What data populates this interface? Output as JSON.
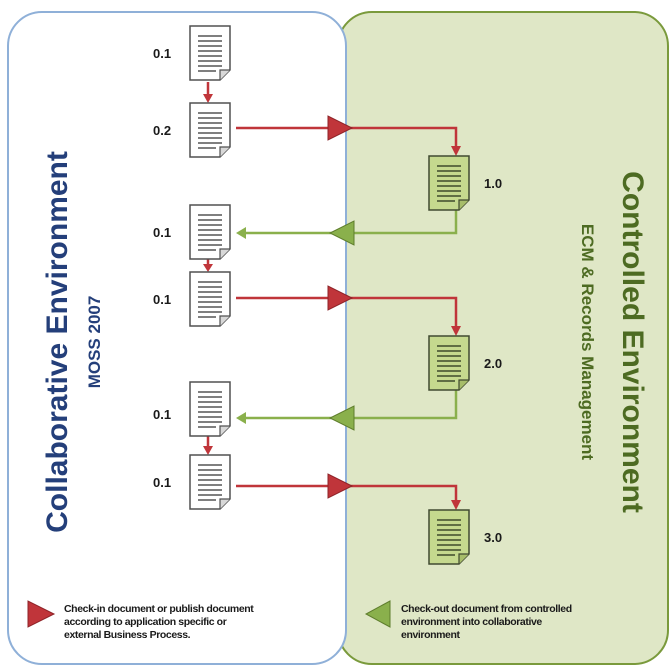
{
  "collaborative": {
    "title": "Collaborative Environment",
    "subtitle": "MOSS 2007"
  },
  "controlled": {
    "title": "Controlled Environment",
    "subtitle": "ECM & Records Management"
  },
  "versions": {
    "v01a": "0.1",
    "v02": "0.2",
    "v10": "1.0",
    "v01b": "0.1",
    "v01c": "0.1",
    "v20": "2.0",
    "v01d": "0.1",
    "v01e": "0.1",
    "v30": "3.0"
  },
  "legend": {
    "checkin": [
      "Check-in document or publish document",
      "according to application specific or",
      "external Business Process."
    ],
    "checkout": [
      "Check-out document from controlled",
      "environment into collaborative",
      "environment"
    ]
  },
  "colors": {
    "collab_border": "#8fb0d8",
    "controlled_fill": "#dfe7c6",
    "controlled_border": "#7a9a3c",
    "collab_text": "#243f7a",
    "controlled_text": "#4d6b22",
    "checkin_arrow": "#c0353a",
    "checkout_arrow": "#8ab04c",
    "green_doc": "#c5d98e"
  }
}
